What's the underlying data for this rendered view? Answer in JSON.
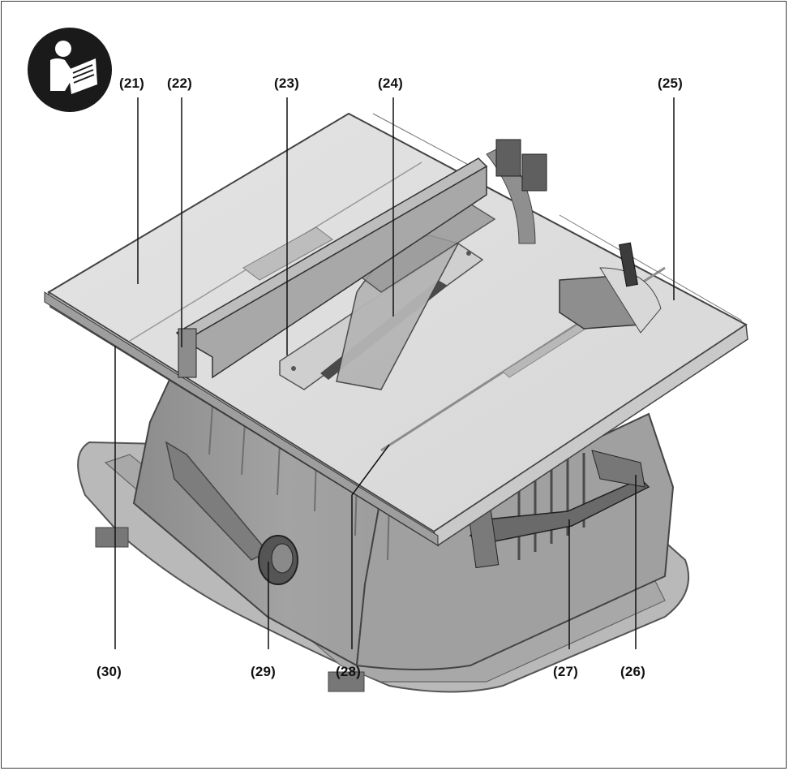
{
  "figure": {
    "manual_icon": "read-manual-icon",
    "callouts": {
      "c21": "(21)",
      "c22": "(22)",
      "c23": "(23)",
      "c24": "(24)",
      "c25": "(25)",
      "c26": "(26)",
      "c27": "(27)",
      "c28": "(28)",
      "c29": "(29)",
      "c30": "(30)"
    }
  }
}
